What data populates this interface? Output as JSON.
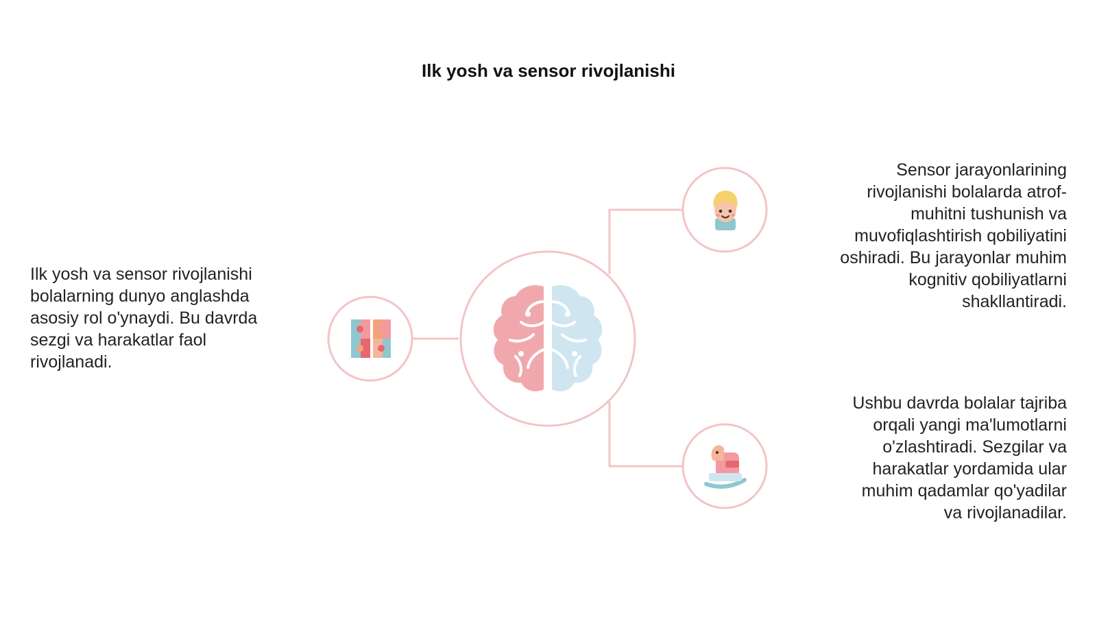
{
  "title": "Ilk yosh va sensor rivojlanishi",
  "colors": {
    "ring": "#f2c4c6",
    "connector": "#f2c4c6",
    "brain_left": "#f0a8ad",
    "brain_right": "#cfe6f0"
  },
  "center_node": {
    "icon": "brain-icon"
  },
  "nodes": [
    {
      "id": "left",
      "icon": "puzzle-blocks-icon",
      "text": "Ilk yosh va sensor rivojlanishi\nbolalarning dunyo anglashda\nasosiy rol o'ynaydi. Bu davrda\nsezgi va harakatlar faol\nrivojlanadi."
    },
    {
      "id": "right-top",
      "icon": "child-face-icon",
      "text": "Sensor jarayonlarining\nrivojlanishi bolalarda atrof-\nmuhitni tushunish va\nmuvofiqlashtirish qobiliyatini\noshiradi. Bu jarayonlar muhim\nkognitiv qobiliyatlarni\nshakllantiradi."
    },
    {
      "id": "right-bottom",
      "icon": "rocking-horse-icon",
      "text": "Ushbu davrda bolalar tajriba\norqali yangi ma'lumotlarni\no'zlashtiradi. Sezgilar va\nharakatlar yordamida ular\nmuhim qadamlar qo'yadilar\nva rivojlanadilar."
    }
  ]
}
